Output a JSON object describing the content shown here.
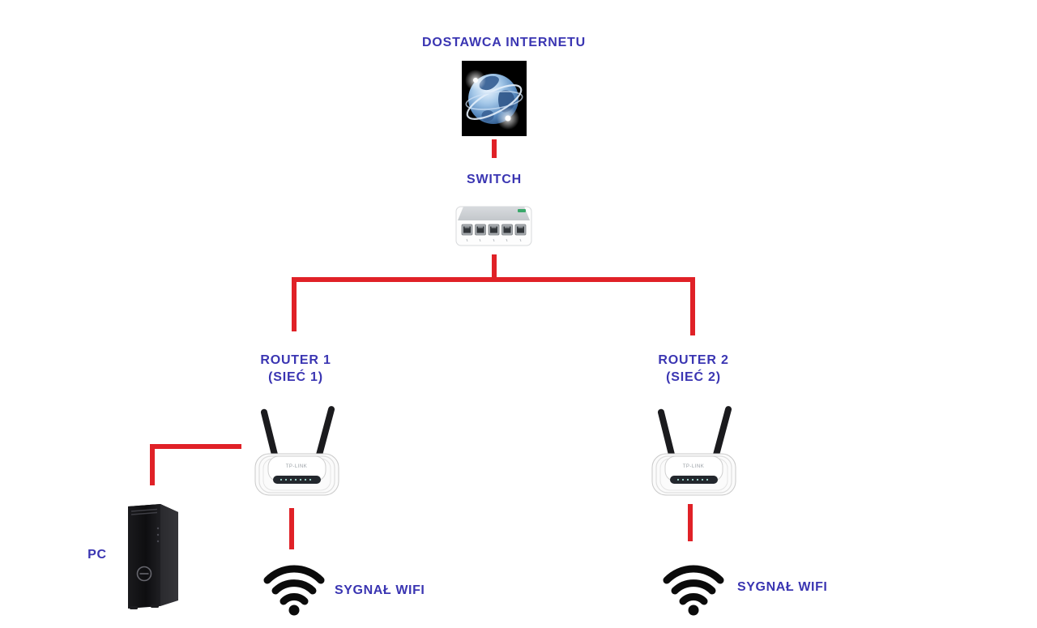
{
  "diagram": {
    "colors": {
      "label_blue": "#3A35B2",
      "connector_red": "#E02127",
      "wifi_icon_black": "#0B0B0B"
    },
    "nodes": {
      "internet": {
        "label": "DOSTAWCA INTERNETU",
        "icon": "globe-image"
      },
      "switch": {
        "label": "SWITCH",
        "icon": "ethernet-switch-image"
      },
      "router1": {
        "label": "ROUTER 1",
        "sublabel": "(SIEĆ 1)",
        "icon": "wireless-router-image",
        "brand": "TP-LINK"
      },
      "router2": {
        "label": "ROUTER 2",
        "sublabel": "(SIEĆ 2)",
        "icon": "wireless-router-image",
        "brand": "TP-LINK"
      },
      "pc": {
        "label": "PC",
        "icon": "desktop-tower-image"
      },
      "wifi1": {
        "label": "SYGNAŁ WIFI",
        "icon": "wifi-signal-icon"
      },
      "wifi2": {
        "label": "SYGNAŁ WIFI",
        "icon": "wifi-signal-icon"
      }
    },
    "edges": [
      {
        "from": "internet",
        "to": "switch"
      },
      {
        "from": "switch",
        "to": "router1"
      },
      {
        "from": "switch",
        "to": "router2"
      },
      {
        "from": "router1",
        "to": "pc"
      },
      {
        "from": "router1",
        "to": "wifi1"
      },
      {
        "from": "router2",
        "to": "wifi2"
      }
    ]
  }
}
